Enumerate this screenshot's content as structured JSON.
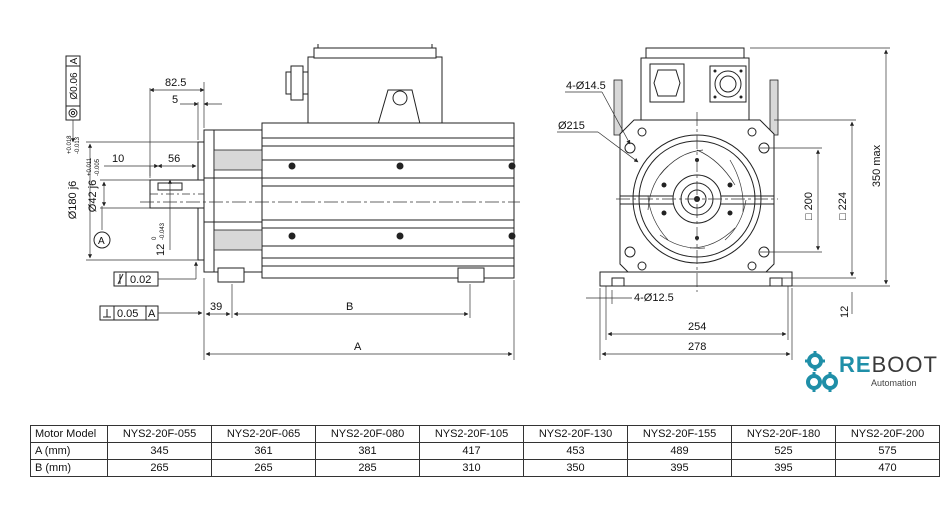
{
  "drawing": {
    "side_view": {
      "dims": {
        "d825": "82.5",
        "d5": "5",
        "d10": "10",
        "d56": "56",
        "d39": "39",
        "dB": "B",
        "dA": "A",
        "dia180": "Ø180 j6",
        "dia180_tol_up": "+0.018",
        "dia180_tol_dn": "-0.013",
        "dia42": "Ø42 j6",
        "dia42_tol_up": "+0.011",
        "dia42_tol_dn": "-0.005",
        "d12": "12",
        "d12_tol_up": "0",
        "d12_tol_dn": "-0.043"
      },
      "datum": "A",
      "tolerances": {
        "runout_value": "Ø0.06",
        "runout_datum": "A",
        "flatness_value": "0.02",
        "perp_value": "0.05",
        "perp_datum": "A"
      }
    },
    "front_view": {
      "dims": {
        "holes_top": "4-Ø14.5",
        "dia215": "Ø215",
        "sq200": "□ 200",
        "sq224": "□ 224",
        "h350": "350 max",
        "holes_bottom": "4-Ø12.5",
        "w254": "254",
        "w278": "278",
        "h12": "12"
      }
    }
  },
  "logo": {
    "brand_bold": "RE",
    "brand_rest": "BOOT",
    "subtitle": "Automation",
    "colors": {
      "teal": "#1f8fa8",
      "gray": "#3a3a3a"
    }
  },
  "table": {
    "header_label": "Motor Model",
    "models": [
      "NYS2-20F-055",
      "NYS2-20F-065",
      "NYS2-20F-080",
      "NYS2-20F-105",
      "NYS2-20F-130",
      "NYS2-20F-155",
      "NYS2-20F-180",
      "NYS2-20F-200"
    ],
    "rows": [
      {
        "label": "A (mm)",
        "values": [
          "345",
          "361",
          "381",
          "417",
          "453",
          "489",
          "525",
          "575"
        ]
      },
      {
        "label": "B (mm)",
        "values": [
          "265",
          "265",
          "285",
          "310",
          "350",
          "395",
          "395",
          "470"
        ]
      }
    ]
  }
}
